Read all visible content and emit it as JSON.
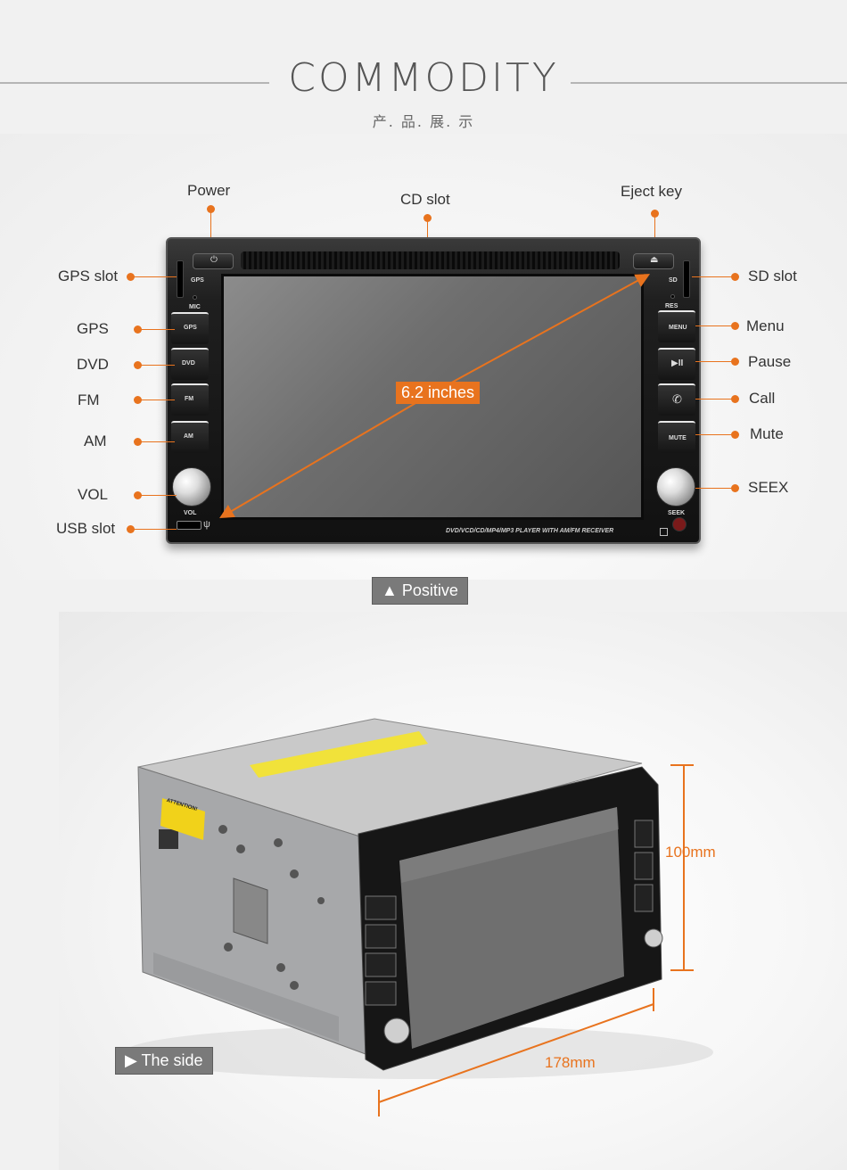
{
  "header": {
    "title": "COMMODITY",
    "subtitle": "产. 品. 展. 示"
  },
  "front_view": {
    "callouts_top": {
      "power": "Power",
      "cd_slot": "CD slot",
      "eject_key": "Eject key"
    },
    "callouts_left": {
      "gps_slot": "GPS slot",
      "gps": "GPS",
      "dvd": "DVD",
      "fm": "FM",
      "am": "AM",
      "vol": "VOL",
      "usb_slot": "USB slot"
    },
    "callouts_right": {
      "sd_slot": "SD slot",
      "menu": "Menu",
      "pause": "Pause",
      "call": "Call",
      "mute": "Mute",
      "seex": "SEEX"
    },
    "screen_size": "6.2 inches",
    "bezel_text": {
      "gps": "GPS",
      "mic": "MIC",
      "btn_gps": "GPS",
      "btn_dvd": "DVD",
      "btn_fm": "FM",
      "btn_am": "AM",
      "vol": "VOL",
      "sd": "SD",
      "res": "RES",
      "btn_menu": "MENU",
      "btn_play": "▶II",
      "btn_call": "✆",
      "btn_mute": "MUTE",
      "seek": "SEEK",
      "footer": "DVD/VCD/CD/MP4/MP3 PLAYER WITH AM/FM RECEIVER"
    },
    "caption": "▲ Positive"
  },
  "side_view": {
    "height_dim": "100mm",
    "depth_dim": "178mm",
    "attention_label": "ATTENTION!",
    "caption": "▶ The side"
  },
  "colors": {
    "accent": "#e8731e",
    "tag_bg": "#7a7a7a",
    "unit_body": "#1a1a1a"
  }
}
